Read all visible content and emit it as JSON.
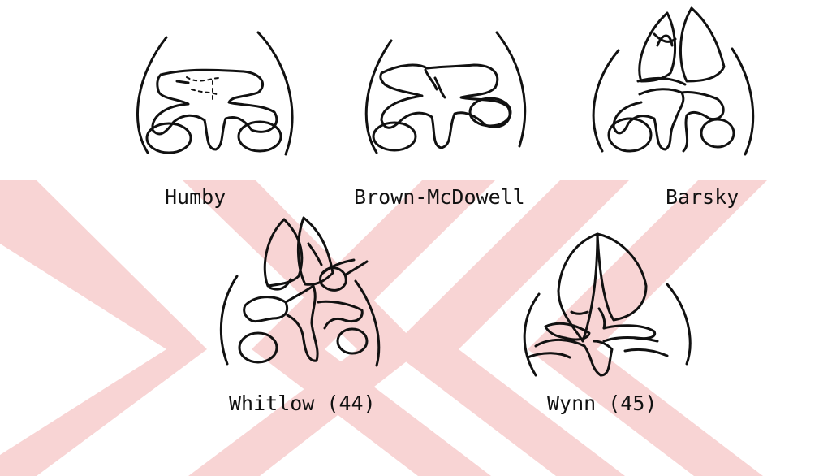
{
  "figure": {
    "watermark_color": "#f8d4d4",
    "ink_color": "#111111",
    "captions": {
      "humby": "Humby",
      "brown_mcdowell": "Brown-McDowell",
      "barsky": "Barsky",
      "whitlow": "Whitlow (44)",
      "wynn": "Wynn (45)"
    }
  }
}
